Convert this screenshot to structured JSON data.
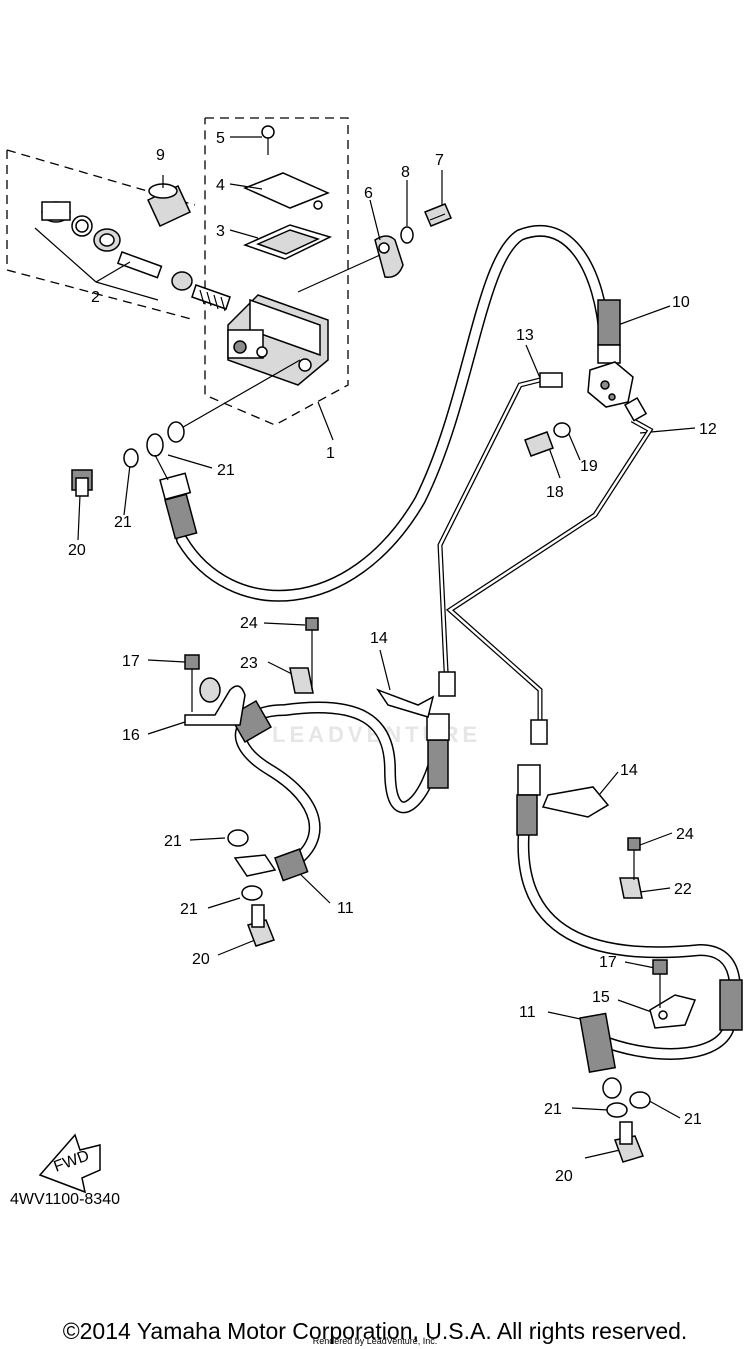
{
  "diagram": {
    "part_labels": {
      "p1": "1",
      "p2": "2",
      "p3": "3",
      "p4": "4",
      "p5": "5",
      "p6": "6",
      "p7": "7",
      "p8": "8",
      "p9": "9",
      "p10": "10",
      "p11a": "11",
      "p11b": "11",
      "p12": "12",
      "p13": "13",
      "p14a": "14",
      "p14b": "14",
      "p15": "15",
      "p16": "16",
      "p17a": "17",
      "p17b": "17",
      "p18": "18",
      "p19": "19",
      "p20a": "20",
      "p20b": "20",
      "p20c": "20",
      "p21a": "21",
      "p21b": "21",
      "p21c": "21",
      "p21d": "21",
      "p21e": "21",
      "p21f": "21",
      "p22": "22",
      "p23": "23",
      "p24a": "24",
      "p24b": "24"
    },
    "fwd_label": "FWD",
    "diagram_code": "4WV1100-8340",
    "watermark": "LEADVENTURE"
  },
  "footer": {
    "copyright": "©2014 Yamaha Motor Corporation, U.S.A. All rights reserved.",
    "rendered_by": "Rendered by LeadVenture, Inc."
  }
}
